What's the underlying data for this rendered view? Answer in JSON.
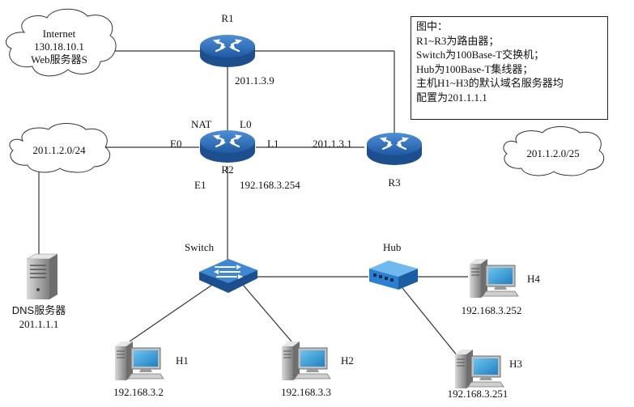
{
  "colors": {
    "router": "#2e6db5",
    "router_top": "#5a9ad8",
    "switch": "#2f6fbd",
    "hub": "#2a7fd0",
    "host": "#8c8c8c",
    "screen": "#3aa0d8",
    "line": "#333333"
  },
  "icons": [
    "router-icon",
    "switch-icon",
    "hub-icon",
    "server-icon",
    "host-icon",
    "cloud-icon"
  ],
  "note": {
    "lines": [
      "图中：",
      "R1~R3为路由器；",
      "Switch为100Base-T交换机；",
      "Hub为100Base-T集线器；",
      "主机H1~H3的默认域名服务器均",
      "配置为201.1.1.1"
    ]
  },
  "clouds": {
    "internet": {
      "line1": "Internet",
      "line2": "130.18.10.1",
      "line3": "Web服务器S"
    },
    "left": {
      "label": "201.1.2.0/24"
    },
    "right": {
      "label": "201.1.2.0/25"
    }
  },
  "routers": {
    "r1": {
      "name": "R1",
      "ip": "201.1.3.9"
    },
    "r2": {
      "name": "R2",
      "nat": "NAT",
      "l0": "L0",
      "e0": "E0",
      "l1": "L1",
      "e1": "E1",
      "ip_e1": "192.168.3.254",
      "ip_l1": "201.1.3.1"
    },
    "r3": {
      "name": "R3"
    }
  },
  "switch": {
    "name": "Switch"
  },
  "hub": {
    "name": "Hub"
  },
  "dns": {
    "name": "DNS服务器",
    "ip": "201.1.1.1"
  },
  "hosts": {
    "h1": {
      "name": "H1",
      "ip": "192.168.3.2"
    },
    "h2": {
      "name": "H2",
      "ip": "192.168.3.3"
    },
    "h3": {
      "name": "H3",
      "ip": "192.168.3.251"
    },
    "h4": {
      "name": "H4",
      "ip": "192.168.3.252"
    }
  }
}
